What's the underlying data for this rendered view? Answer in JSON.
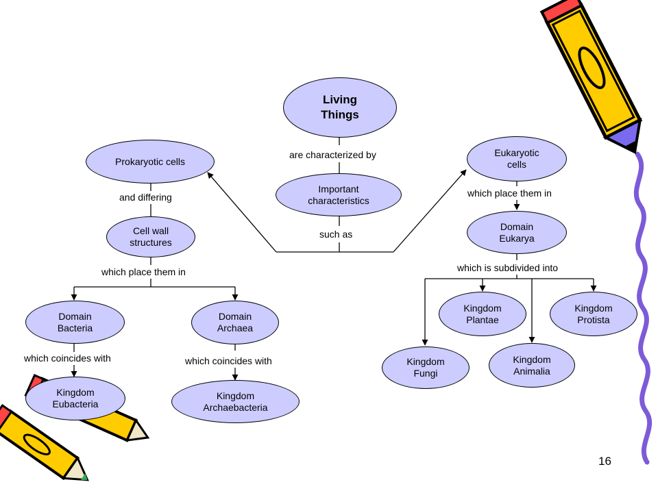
{
  "slide": {
    "page_number": "16",
    "colors": {
      "node_fill": "#ccccff",
      "line": "#000000",
      "pencil_body": "#ffcc00",
      "pencil_accent": "#6655ee"
    },
    "decorations": [
      "pencil-icon",
      "pencil-icon",
      "pencil-icon",
      "wavy-line"
    ]
  },
  "nodes": {
    "living_things": "Living\nThings",
    "important": "Important\ncharacteristics",
    "prokaryotic": "Prokaryotic cells",
    "eukaryotic": "Eukaryotic\ncells",
    "cell_wall": "Cell wall\nstructures",
    "domain_eukarya": "Domain\nEukarya",
    "domain_bacteria": "Domain\nBacteria",
    "domain_archaea": "Domain\nArchaea",
    "kingdom_eubacteria": "Kingdom\nEubacteria",
    "kingdom_archaebacteria": "Kingdom\nArchaebacteria",
    "kingdom_plantae": "Kingdom\nPlantae",
    "kingdom_protista": "Kingdom\nProtista",
    "kingdom_fungi": "Kingdom\nFungi",
    "kingdom_animalia": "Kingdom\nAnimalia"
  },
  "links": {
    "are_characterized_by": "are characterized by",
    "such_as": "such as",
    "and_differing": "and differing",
    "which_place_them_in_left": "which place them in",
    "which_place_them_in_right": "which place them in",
    "which_is_subdivided_into": "which is subdivided into",
    "which_coincides_with_bacteria": "which coincides with",
    "which_coincides_with_archaea": "which coincides with"
  }
}
